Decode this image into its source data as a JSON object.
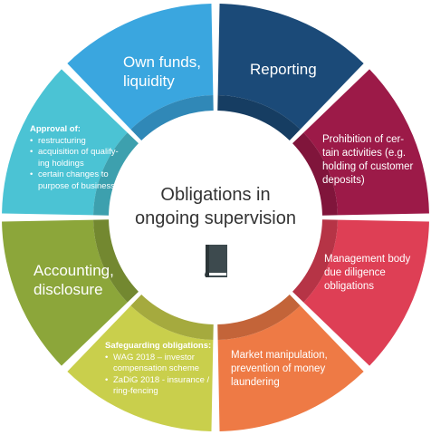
{
  "center": {
    "title_line1": "Obligations in",
    "title_line2": "ongoing supervision",
    "icon": "book-icon"
  },
  "segments": [
    {
      "id": "own-funds",
      "color": "#1b4a78",
      "lines": [
        "Own funds,",
        "liquidity"
      ]
    },
    {
      "id": "reporting",
      "color": "#9c1a48",
      "lines": [
        "Reporting"
      ]
    },
    {
      "id": "prohibition",
      "color": "#de3f55",
      "lines": [
        "Prohibition of cer-",
        "tain activities (e.g.",
        "holding of customer",
        "deposits)"
      ]
    },
    {
      "id": "management",
      "color": "#ee7a45",
      "lines": [
        "Management body",
        "due diligence",
        "obligations"
      ]
    },
    {
      "id": "market",
      "color": "#c9cf4c",
      "lines": [
        "Market manipulation,",
        "prevention of money",
        "laundering"
      ]
    },
    {
      "id": "safeguarding",
      "color": "#8ca63a",
      "heading": "Safeguarding obligations:",
      "items": [
        "WAG 2018 – investor compensation scheme",
        "ZaDiG 2018 - insurance / ring-fencing"
      ]
    },
    {
      "id": "accounting",
      "color": "#4bc3d4",
      "lines": [
        "Accounting,",
        "disclosure"
      ]
    },
    {
      "id": "approval",
      "color": "#3aa6df",
      "heading": "Approval of:",
      "items": [
        "restructuring",
        "acquisition of qualify-ing holdings",
        "certain changes to purpose of business"
      ]
    }
  ]
}
